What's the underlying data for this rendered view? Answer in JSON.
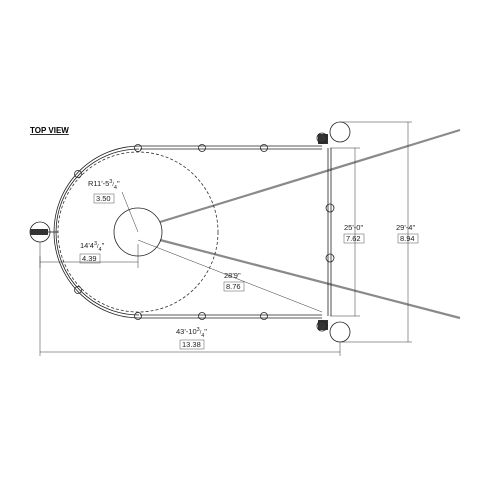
{
  "title": "TOP VIEW",
  "dimensions": {
    "radius": {
      "imperial": "R11'-5",
      "frac_num": "3",
      "frac_den": "4",
      "frac_suffix": "\"",
      "metric": "3.50"
    },
    "offset": {
      "imperial": "14'4",
      "frac_num": "3",
      "frac_den": "4",
      "frac_suffix": "\"",
      "metric": "4.39"
    },
    "diagonal": {
      "imperial": "28'9\"",
      "metric": "8.76"
    },
    "inner_width": {
      "imperial": "25'-0\"",
      "metric": "7.62"
    },
    "outer_width": {
      "imperial": "29'-4\"",
      "metric": "8.94"
    },
    "length": {
      "imperial": "43'-10",
      "frac_num": "3",
      "frac_den": "4",
      "frac_suffix": "\"",
      "metric": "13.38"
    }
  },
  "colors": {
    "line": "#222222",
    "beam": "#8a8a8a"
  }
}
